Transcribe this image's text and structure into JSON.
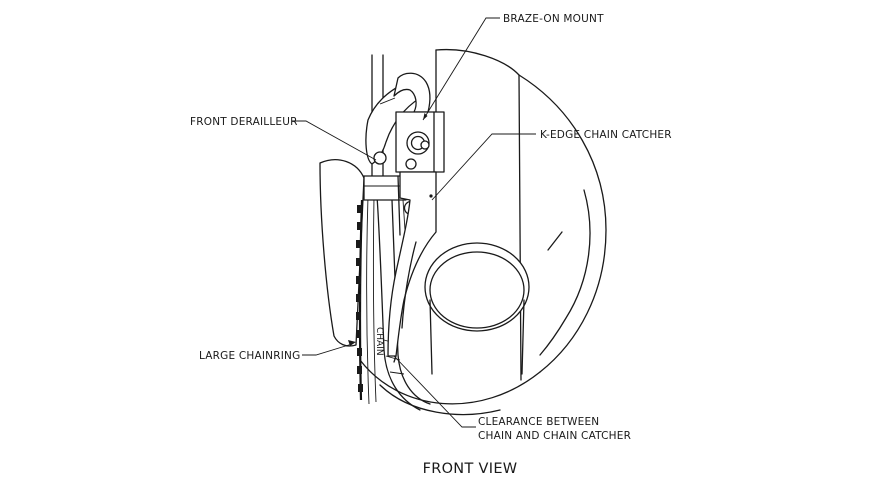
{
  "labels": {
    "braze_on_mount": "BRAZE-ON MOUNT",
    "front_derailleur": "FRONT DERAILLEUR",
    "k_edge_chain_catcher": "K-EDGE CHAIN CATCHER",
    "large_chainring": "LARGE CHAINRING",
    "chain": "CHAIN",
    "clearance_line1": "CLEARANCE BETWEEN",
    "clearance_line2": "CHAIN AND CHAIN CATCHER"
  },
  "title": "FRONT VIEW"
}
